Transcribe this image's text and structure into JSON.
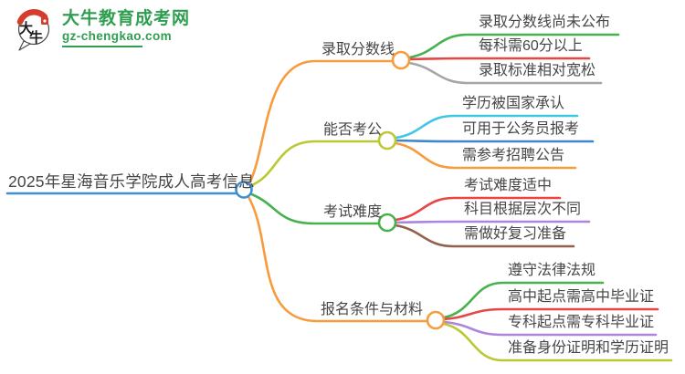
{
  "theme": {
    "background": "#ffffff",
    "text_color": "#464646",
    "logo_green": "#2f9e50",
    "logo_red": "#d63c2e",
    "logo_ink": "#1c1c1c"
  },
  "logo": {
    "title": "大牛教育成考网",
    "domain": "gz-chengkao.com",
    "icon_chars": [
      "大",
      "牛"
    ]
  },
  "mindmap": {
    "root": {
      "label": "2025年星海音乐学院成人高考信息",
      "color": "#3e8ed0"
    },
    "branches": [
      {
        "label": "录取分数线",
        "color": "#f79b3c",
        "children": [
          {
            "label": "录取分数线尚未公布",
            "color": "#47b14e"
          },
          {
            "label": "每科需60分以上",
            "color": "#e64744"
          },
          {
            "label": "录取标准相对宽松",
            "color": "#a6a6a6"
          }
        ]
      },
      {
        "label": "能否考公",
        "color": "#bcc832",
        "children": [
          {
            "label": "学历被国家承认",
            "color": "#3fc7e6"
          },
          {
            "label": "可用于公务员报考",
            "color": "#4186c8"
          },
          {
            "label": "需参考招聘公告",
            "color": "#f79b3c"
          }
        ]
      },
      {
        "label": "考试难度",
        "color": "#47b14e",
        "children": [
          {
            "label": "考试难度适中",
            "color": "#e64744"
          },
          {
            "label": "科目根据层次不同",
            "color": "#ae84dc"
          },
          {
            "label": "需做好复习准备",
            "color": "#92604b"
          }
        ]
      },
      {
        "label": "报名条件与材料",
        "color": "#f79b3c",
        "children": [
          {
            "label": "遵守法律法规",
            "color": "#47b14e"
          },
          {
            "label": "高中起点需高中毕业证",
            "color": "#e64744"
          },
          {
            "label": "专科起点需专科毕业证",
            "color": "#ae84dc"
          },
          {
            "label": "准备身份证明和学历证明",
            "color": "#bcc832"
          }
        ]
      }
    ]
  }
}
